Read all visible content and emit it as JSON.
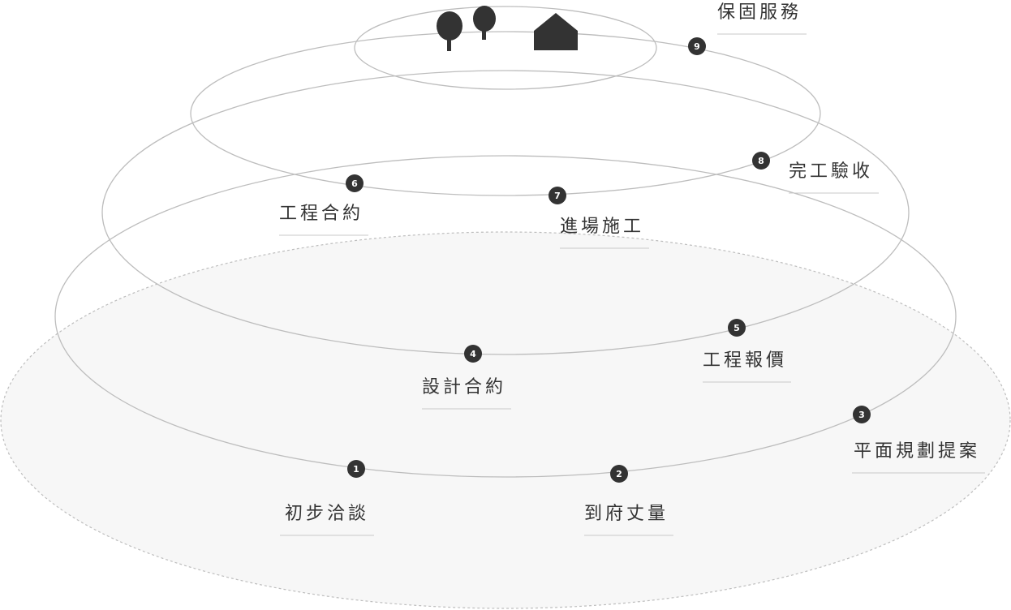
{
  "steps": [
    {
      "num": "1",
      "label": "初步洽談"
    },
    {
      "num": "2",
      "label": "到府丈量"
    },
    {
      "num": "3",
      "label": "平面規劃提案"
    },
    {
      "num": "4",
      "label": "設計合約"
    },
    {
      "num": "5",
      "label": "工程報價"
    },
    {
      "num": "6",
      "label": "工程合約"
    },
    {
      "num": "7",
      "label": "進場施工"
    },
    {
      "num": "8",
      "label": "完工驗收"
    },
    {
      "num": "9",
      "label": "保固服務"
    }
  ],
  "icons": {
    "trees": "tree-icon",
    "house": "house-icon"
  },
  "colors": {
    "marker": "#333333",
    "ring": "#bdbdbd",
    "text": "#333333",
    "base_fill": "#f7f7f7"
  }
}
